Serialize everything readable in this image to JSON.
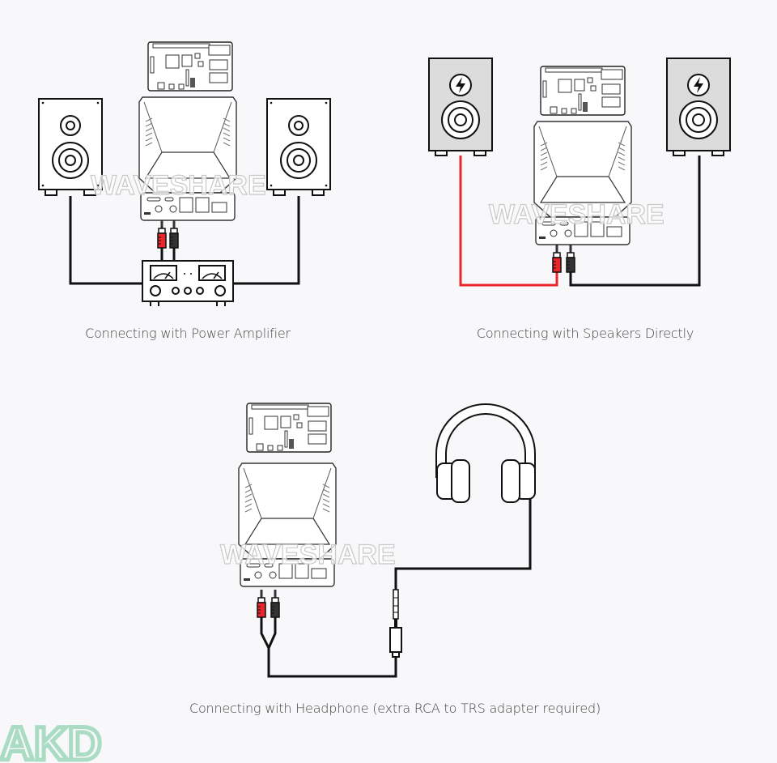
{
  "captions": {
    "amplifier": "Connecting with Power Amplifier",
    "speakers": "Connecting with Speakers Directly",
    "headphone": "Connecting with Headphone (extra RCA to TRS adapter required)"
  },
  "watermark": "WAVESHARE",
  "logo": "AKD",
  "colors": {
    "red_wire": "#e8262b",
    "black_wire": "#111111",
    "logo_green": "#a9dcc3",
    "speaker_gray": "#dcdcdc"
  }
}
